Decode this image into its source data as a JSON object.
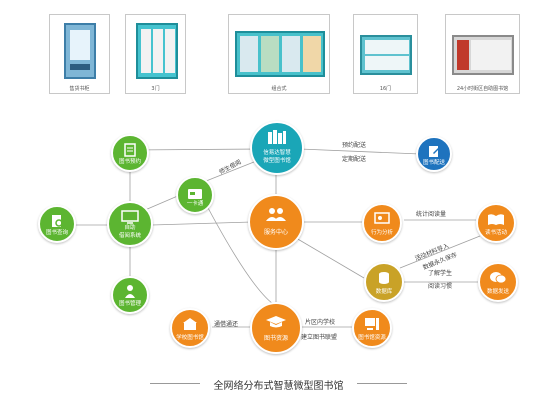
{
  "cards": [
    {
      "label": "售货书柜"
    },
    {
      "label": "3门"
    },
    {
      "label": "组合式"
    },
    {
      "label": "16门"
    },
    {
      "label": "24小时街区自助图书馆"
    }
  ],
  "nodes": {
    "library_center": {
      "line1": "信易达智慧",
      "line2": "微型图书馆"
    },
    "book_reservation": {
      "label": "图书预约"
    },
    "book_delivery": {
      "label": "图书配送"
    },
    "book_query": {
      "label": "图书查询"
    },
    "self_borrow": {
      "line1": "自助",
      "line2": "借阅系统"
    },
    "one_card": {
      "label": "一卡通"
    },
    "service_center": {
      "label": "服务中心"
    },
    "behavior_analysis": {
      "label": "行为分析"
    },
    "reading_activity": {
      "label": "读书活动"
    },
    "database": {
      "label": "数据库"
    },
    "data_push": {
      "label": "数据发送"
    },
    "book_management": {
      "label": "图书管理"
    },
    "school_library": {
      "label": "学校图书馆"
    },
    "book_resources": {
      "label": "图书资源"
    },
    "library_resources": {
      "label": "图书馆资源"
    }
  },
  "edge_labels": {
    "reserve_delivery": "预约配送",
    "scheduled_delivery": "定期配送",
    "student_borrow": "师生借阅",
    "reading_stats": "统计阅读量",
    "guide_reading": "活动材料导入",
    "data_storage": "数据永久保存",
    "understand_students": "了解学生",
    "reading_habits": "阅读习惯",
    "pass_through": "通借通还",
    "district_school": "片区内学校",
    "union_library": "建立图书联盟"
  },
  "footer": {
    "title": "全网络分布式智慧微型图书馆"
  },
  "colors": {
    "teal": "#1aa6b7",
    "green": "#5cb531",
    "orange": "#f08a1c",
    "blue": "#1e73be",
    "olive": "#c9a227",
    "line": "#9a9a9a"
  },
  "icons": {
    "library_center": "books-icon",
    "book_reservation": "reservation-icon",
    "book_delivery": "delivery-icon",
    "book_query": "query-icon",
    "self_borrow": "monitor-icon",
    "one_card": "card-icon",
    "service_center": "people-icon",
    "behavior_analysis": "analysis-icon",
    "reading_activity": "open-book-icon",
    "database": "database-icon",
    "data_push": "chat-icon",
    "book_management": "person-icon",
    "school_library": "school-icon",
    "book_resources": "graduation-cap-icon",
    "library_resources": "computer-icon"
  }
}
